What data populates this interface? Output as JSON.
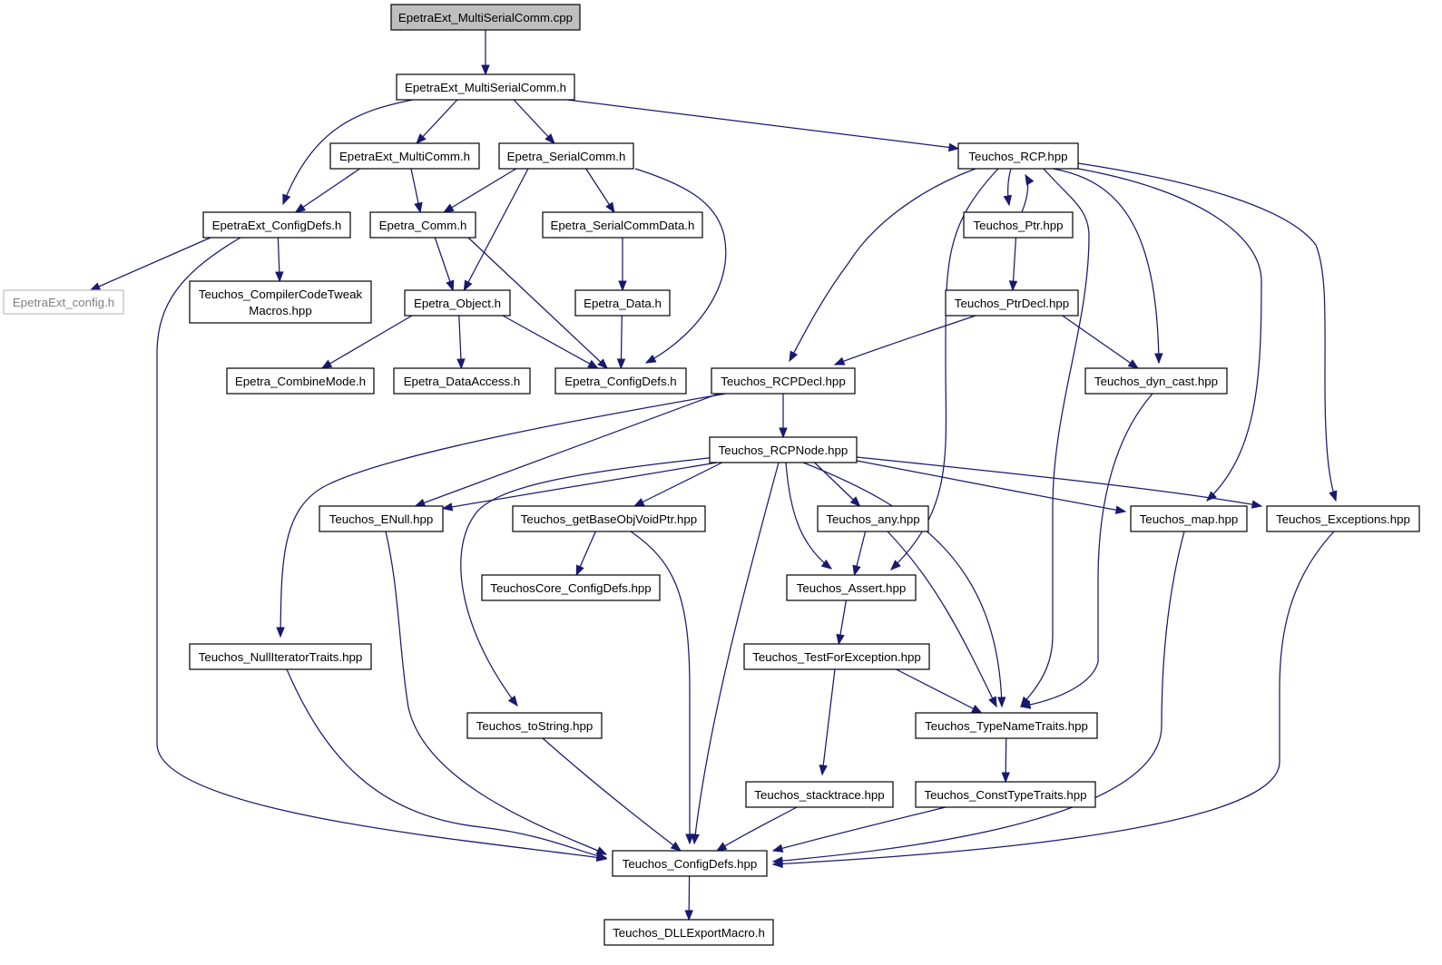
{
  "graph": {
    "colors": {
      "edge": "#191970",
      "node_border": "#000000",
      "root_fill": "#bfbfbf",
      "external_border": "#bfbfbf",
      "external_text": "#808080"
    },
    "nodes": {
      "n_cpp": {
        "label": "EpetraExt_MultiSerialComm.cpp",
        "kind": "root"
      },
      "n_msc": {
        "label": "EpetraExt_MultiSerialComm.h"
      },
      "n_mc": {
        "label": "EpetraExt_MultiComm.h"
      },
      "n_sc": {
        "label": "Epetra_SerialComm.h"
      },
      "n_rcp": {
        "label": "Teuchos_RCP.hpp"
      },
      "n_ecd": {
        "label": "EpetraExt_ConfigDefs.h"
      },
      "n_comm": {
        "label": "Epetra_Comm.h"
      },
      "n_scd": {
        "label": "Epetra_SerialCommData.h"
      },
      "n_ptr": {
        "label": "Teuchos_Ptr.hpp"
      },
      "n_econf": {
        "label": "EpetraExt_config.h",
        "kind": "external"
      },
      "n_cct": {
        "label": "Teuchos_CompilerCodeTweak\nMacros.hpp"
      },
      "n_obj": {
        "label": "Epetra_Object.h"
      },
      "n_data": {
        "label": "Epetra_Data.h"
      },
      "n_ptrdecl": {
        "label": "Teuchos_PtrDecl.hpp"
      },
      "n_cm": {
        "label": "Epetra_CombineMode.h"
      },
      "n_da": {
        "label": "Epetra_DataAccess.h"
      },
      "n_epcd": {
        "label": "Epetra_ConfigDefs.h"
      },
      "n_rcpdecl": {
        "label": "Teuchos_RCPDecl.hpp"
      },
      "n_dyn": {
        "label": "Teuchos_dyn_cast.hpp"
      },
      "n_rcpnode": {
        "label": "Teuchos_RCPNode.hpp"
      },
      "n_enull": {
        "label": "Teuchos_ENull.hpp"
      },
      "n_gbo": {
        "label": "Teuchos_getBaseObjVoidPtr.hpp"
      },
      "n_any": {
        "label": "Teuchos_any.hpp"
      },
      "n_map": {
        "label": "Teuchos_map.hpp"
      },
      "n_exc": {
        "label": "Teuchos_Exceptions.hpp"
      },
      "n_tccd": {
        "label": "TeuchosCore_ConfigDefs.hpp"
      },
      "n_assert": {
        "label": "Teuchos_Assert.hpp"
      },
      "n_nit": {
        "label": "Teuchos_NullIteratorTraits.hpp"
      },
      "n_tfe": {
        "label": "Teuchos_TestForException.hpp"
      },
      "n_tostr": {
        "label": "Teuchos_toString.hpp"
      },
      "n_tnt": {
        "label": "Teuchos_TypeNameTraits.hpp"
      },
      "n_st": {
        "label": "Teuchos_stacktrace.hpp"
      },
      "n_ctt": {
        "label": "Teuchos_ConstTypeTraits.hpp"
      },
      "n_tcd": {
        "label": "Teuchos_ConfigDefs.hpp"
      },
      "n_dll": {
        "label": "Teuchos_DLLExportMacro.h"
      }
    },
    "edges": [
      [
        "n_cpp",
        "n_msc"
      ],
      [
        "n_msc",
        "n_ecd"
      ],
      [
        "n_msc",
        "n_mc"
      ],
      [
        "n_msc",
        "n_sc"
      ],
      [
        "n_msc",
        "n_rcp"
      ],
      [
        "n_mc",
        "n_ecd"
      ],
      [
        "n_mc",
        "n_comm"
      ],
      [
        "n_sc",
        "n_comm"
      ],
      [
        "n_sc",
        "n_obj"
      ],
      [
        "n_sc",
        "n_scd"
      ],
      [
        "n_sc",
        "n_epcd"
      ],
      [
        "n_ecd",
        "n_econf"
      ],
      [
        "n_ecd",
        "n_cct"
      ],
      [
        "n_ecd",
        "n_tcd"
      ],
      [
        "n_comm",
        "n_obj"
      ],
      [
        "n_comm",
        "n_epcd"
      ],
      [
        "n_scd",
        "n_data"
      ],
      [
        "n_data",
        "n_epcd"
      ],
      [
        "n_obj",
        "n_cm"
      ],
      [
        "n_obj",
        "n_da"
      ],
      [
        "n_obj",
        "n_epcd"
      ],
      [
        "n_rcp",
        "n_ptr"
      ],
      [
        "n_ptr",
        "n_rcp"
      ],
      [
        "n_rcp",
        "n_rcpdecl"
      ],
      [
        "n_rcp",
        "n_assert"
      ],
      [
        "n_rcp",
        "n_tnt"
      ],
      [
        "n_rcp",
        "n_dyn"
      ],
      [
        "n_rcp",
        "n_map"
      ],
      [
        "n_rcp",
        "n_exc"
      ],
      [
        "n_ptr",
        "n_ptrdecl"
      ],
      [
        "n_ptrdecl",
        "n_rcpdecl"
      ],
      [
        "n_ptrdecl",
        "n_dyn"
      ],
      [
        "n_rcpdecl",
        "n_rcpnode"
      ],
      [
        "n_rcpdecl",
        "n_enull"
      ],
      [
        "n_rcpdecl",
        "n_nit"
      ],
      [
        "n_dyn",
        "n_tnt"
      ],
      [
        "n_rcpnode",
        "n_enull"
      ],
      [
        "n_rcpnode",
        "n_gbo"
      ],
      [
        "n_rcpnode",
        "n_tostr"
      ],
      [
        "n_rcpnode",
        "n_tcd"
      ],
      [
        "n_rcpnode",
        "n_assert"
      ],
      [
        "n_rcpnode",
        "n_any"
      ],
      [
        "n_rcpnode",
        "n_tnt"
      ],
      [
        "n_rcpnode",
        "n_map"
      ],
      [
        "n_rcpnode",
        "n_exc"
      ],
      [
        "n_gbo",
        "n_tccd"
      ],
      [
        "n_gbo",
        "n_tcd"
      ],
      [
        "n_any",
        "n_assert"
      ],
      [
        "n_any",
        "n_tnt"
      ],
      [
        "n_enull",
        "n_tcd"
      ],
      [
        "n_map",
        "n_tcd"
      ],
      [
        "n_exc",
        "n_tcd"
      ],
      [
        "n_assert",
        "n_tfe"
      ],
      [
        "n_tfe",
        "n_tnt"
      ],
      [
        "n_tfe",
        "n_st"
      ],
      [
        "n_nit",
        "n_tcd"
      ],
      [
        "n_tostr",
        "n_tcd"
      ],
      [
        "n_tnt",
        "n_ctt"
      ],
      [
        "n_st",
        "n_tcd"
      ],
      [
        "n_ctt",
        "n_tcd"
      ],
      [
        "n_tcd",
        "n_dll"
      ]
    ]
  }
}
